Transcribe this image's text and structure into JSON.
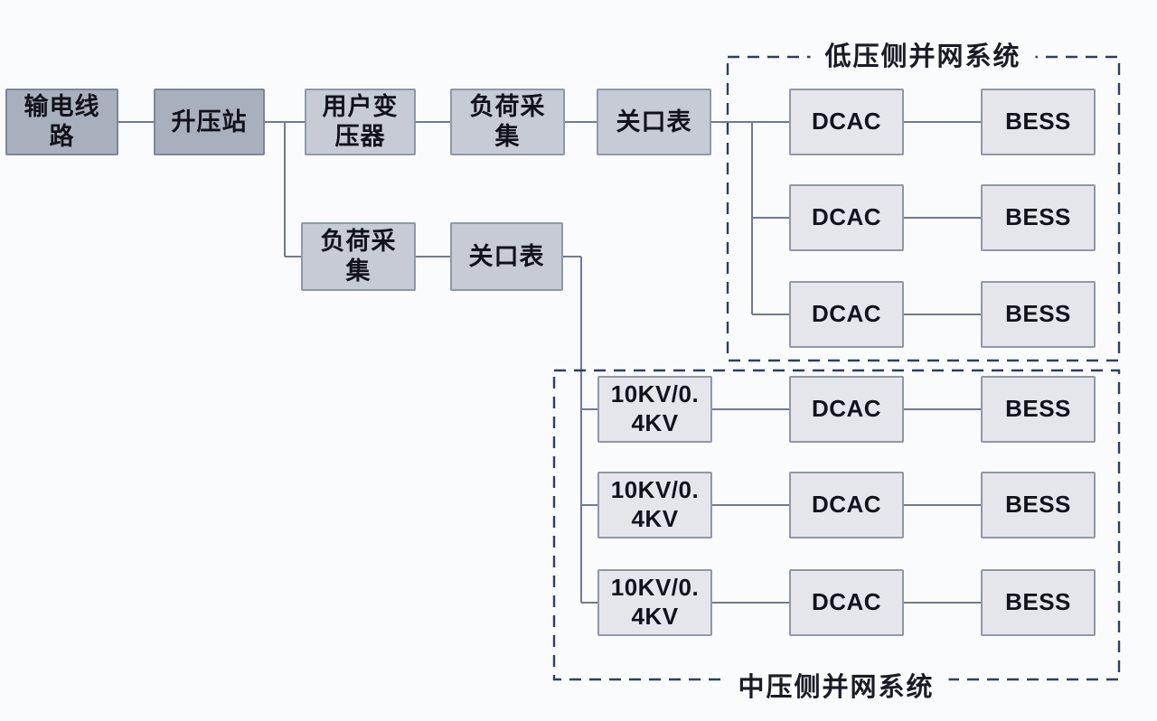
{
  "diagram": {
    "type": "block-diagram",
    "description_visible_language": "zh-CN"
  },
  "colors": {
    "page_background": "#fafbfd",
    "dark_node_fill": "#a9b0bd",
    "dark_node_border": "#7d8699",
    "medium_node_fill": "#c6cbd5",
    "light_node_fill": "#e4e6eb",
    "node_border": "#8f98a8",
    "connector_line": "#707b92",
    "dashed_border": "#2e3e63",
    "text": "#12121c"
  },
  "main_chain": {
    "transmission_line": {
      "label": "输电线路",
      "lines": [
        "输电线",
        "路"
      ]
    },
    "step_up_station": {
      "label": "升压站",
      "lines": [
        "升压站"
      ]
    },
    "user_transformer": {
      "label": "用户变压器",
      "lines": [
        "用户变",
        "压器"
      ]
    },
    "load_collection": {
      "label": "负荷采集",
      "lines": [
        "负荷采",
        "集"
      ]
    },
    "gateway_meter": {
      "label": "关口表",
      "lines": [
        "关口表"
      ]
    }
  },
  "mv_branch": {
    "load_collection": {
      "label": "负荷采集",
      "lines": [
        "负荷采",
        "集"
      ]
    },
    "gateway_meter": {
      "label": "关口表",
      "lines": [
        "关口表"
      ]
    }
  },
  "low_voltage_system": {
    "title": "低压侧并网系统",
    "rows": [
      {
        "dcac": "DCAC",
        "bess": "BESS"
      },
      {
        "dcac": "DCAC",
        "bess": "BESS"
      },
      {
        "dcac": "DCAC",
        "bess": "BESS"
      }
    ]
  },
  "medium_voltage_system": {
    "title": "中压侧并网系统",
    "rows": [
      {
        "transformer": {
          "label": "10KV/0.4KV",
          "lines": [
            "10KV/0.",
            "4KV"
          ]
        },
        "dcac": "DCAC",
        "bess": "BESS"
      },
      {
        "transformer": {
          "label": "10KV/0.4KV",
          "lines": [
            "10KV/0.",
            "4KV"
          ]
        },
        "dcac": "DCAC",
        "bess": "BESS"
      },
      {
        "transformer": {
          "label": "10KV/0.4KV",
          "lines": [
            "10KV/0.",
            "4KV"
          ]
        },
        "dcac": "DCAC",
        "bess": "BESS"
      }
    ]
  }
}
